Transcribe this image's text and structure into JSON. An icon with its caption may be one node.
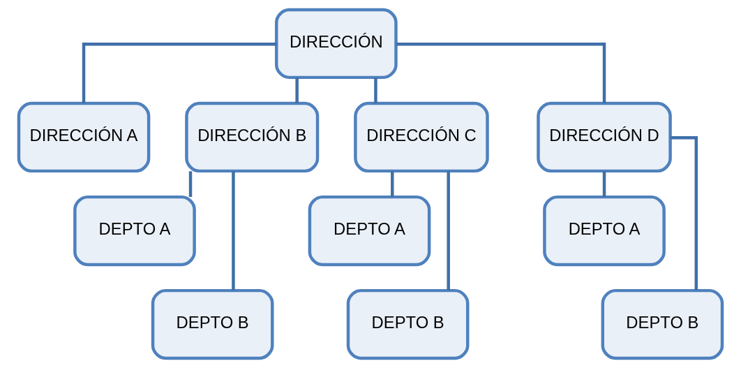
{
  "diagram": {
    "nodes": [
      {
        "text": [
          "DIRECCIÓN"
        ]
      },
      {
        "text": [
          "DIRECCIÓN A"
        ]
      },
      {
        "text": [
          "DIRECCIÓN B"
        ]
      },
      {
        "text": [
          "DIRECCIÓN C"
        ]
      },
      {
        "text": [
          "DIRECCIÓN D"
        ]
      },
      {
        "text": [
          "DEPTO A"
        ]
      },
      {
        "text": [
          "DEPTO B"
        ]
      },
      {
        "text": [
          "DEPTO A"
        ]
      },
      {
        "text": [
          "DEPTO B"
        ]
      },
      {
        "text": [
          "DEPTO A"
        ]
      },
      {
        "text": [
          "DEPTO B"
        ]
      }
    ],
    "edges": [
      {
        "from": 0,
        "to": 1,
        "arrow": "none"
      },
      {
        "from": 0,
        "to": 2,
        "arrow": "none"
      },
      {
        "from": 0,
        "to": 3,
        "arrow": "none"
      },
      {
        "from": 0,
        "to": 4,
        "arrow": "none"
      },
      {
        "from": 2,
        "to": 5,
        "arrow": "none"
      },
      {
        "from": 2,
        "to": 6,
        "arrow": "none"
      },
      {
        "from": 3,
        "to": 7,
        "arrow": "none"
      },
      {
        "from": 3,
        "to": 8,
        "arrow": "none"
      },
      {
        "from": 4,
        "to": 9,
        "arrow": "none"
      },
      {
        "from": 4,
        "to": 10,
        "arrow": "none"
      }
    ]
  }
}
